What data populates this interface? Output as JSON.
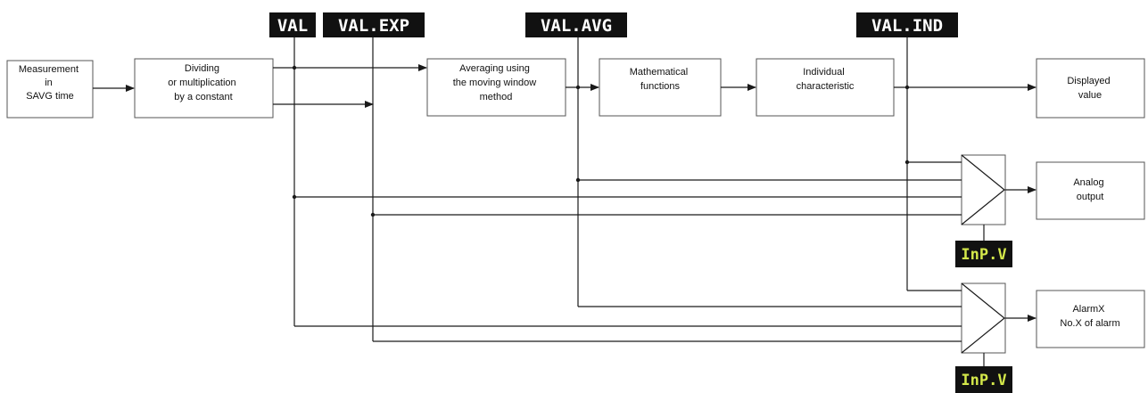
{
  "diagram": {
    "blocks": {
      "measurement": [
        "Measurement",
        "in",
        "SAVG time"
      ],
      "dividing": [
        "Dividing",
        "or multiplication",
        "by a constant"
      ],
      "averaging": [
        "Averaging using",
        "the moving window",
        "method"
      ],
      "math": [
        "Mathematical",
        "functions"
      ],
      "individual": [
        "Individual",
        "characteristic"
      ],
      "displayed": [
        "Displayed",
        "value"
      ],
      "analog": [
        "Analog",
        "output"
      ],
      "alarm": [
        "AlarmX",
        "No.X of alarm"
      ]
    },
    "displays": {
      "val": "VAL",
      "val_exp": "VAL.EXP",
      "val_avg": "VAL.AVG",
      "val_ind": "VAL.IND",
      "input_analog": "InP.V",
      "input_alarm": "InP.V"
    },
    "colors": {
      "display_bg": "#111111",
      "display_text": "#ffffff",
      "input_display_text": "#d4e84a",
      "line": "#1a1a1a"
    }
  }
}
